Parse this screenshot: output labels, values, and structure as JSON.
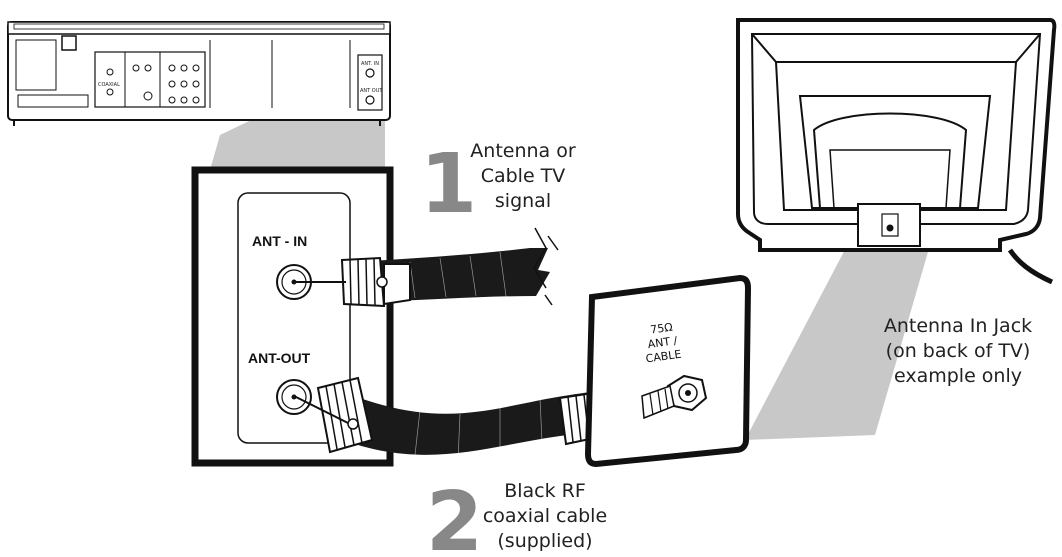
{
  "step1": {
    "number": "1",
    "lines": [
      "Antenna or",
      "Cable TV",
      "signal"
    ]
  },
  "step2": {
    "number": "2",
    "lines": [
      "Black RF",
      "coaxial cable",
      "(supplied)"
    ]
  },
  "vcr_panel": {
    "ant_in_label": "ANT - IN",
    "ant_out_label": "ANT-OUT"
  },
  "tv_plate": {
    "lines": [
      "75Ω",
      "ANT /",
      "CABLE"
    ]
  },
  "tv_caption": {
    "lines": [
      "Antenna In Jack",
      "(on back of TV)",
      "example only"
    ]
  },
  "vcr_back_labels": {
    "ant_in": "ANT. IN",
    "ant_out": "ANT OUT",
    "coaxial": "COAXIAL"
  },
  "colors": {
    "ink": "#111111",
    "gray_projection": "#c8c8c8",
    "cable_black": "#1a1a1a"
  }
}
